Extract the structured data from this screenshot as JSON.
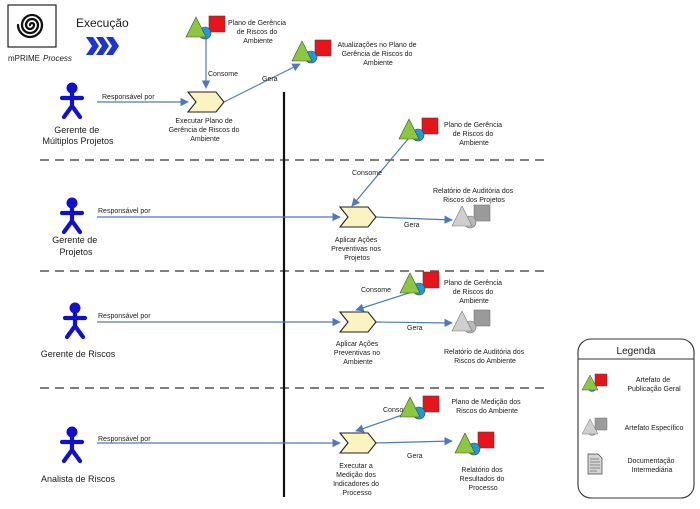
{
  "header": {
    "process_title": "Execução",
    "brand_name": "mPRIME",
    "brand_suffix": "Process"
  },
  "labels": {
    "responsible": "Responsável por",
    "consumes": "Consome",
    "generates": "Gera"
  },
  "lanes": [
    {
      "role": [
        "Gerente de",
        "Múltiplos Projetos"
      ],
      "activity": [
        "Executar Plano de",
        "Gerência de Riscos do",
        "Ambiente"
      ],
      "inputs": [
        {
          "type": "general",
          "text": [
            "Plano de Gerência",
            "de Riscos do",
            "Ambiente"
          ]
        }
      ],
      "outputs": [
        {
          "type": "general",
          "text": [
            "Atualizações no Plano de",
            "Gerência de Riscos do",
            "Ambiente"
          ]
        }
      ]
    },
    {
      "role": [
        "Gerente de",
        "Projetos"
      ],
      "activity": [
        "Aplicar Ações",
        "Preventivas nos",
        "Projetos"
      ],
      "inputs": [
        {
          "type": "general",
          "text": [
            "Plano de Gerência",
            "de Riscos do",
            "Ambiente"
          ]
        }
      ],
      "outputs": [
        {
          "type": "specific",
          "text": [
            "Relatório de Auditória dos",
            "Riscos dos Projetos"
          ]
        }
      ]
    },
    {
      "role": [
        "Gerente de Riscos"
      ],
      "activity": [
        "Aplicar Ações",
        "Preventivas no",
        "Ambiente"
      ],
      "inputs": [
        {
          "type": "general",
          "text": [
            "Plano de Gerência",
            "de Riscos do",
            "Ambiente"
          ]
        }
      ],
      "outputs": [
        {
          "type": "specific",
          "text": [
            "Relatório de Auditória dos",
            "Riscos do Ambiente"
          ]
        }
      ]
    },
    {
      "role": [
        "Analista de Riscos"
      ],
      "activity": [
        "Executar a",
        "Medição dos",
        "Indicadores do",
        "Processo"
      ],
      "inputs": [
        {
          "type": "general",
          "text": [
            "Plano de Medição dos",
            "Riscos do Ambiente"
          ]
        }
      ],
      "outputs": [
        {
          "type": "general",
          "text": [
            "Relatório dos",
            "Resultados do",
            "Processo"
          ]
        }
      ]
    }
  ],
  "legend": {
    "title": "Legenda",
    "items": [
      {
        "type": "general",
        "text": [
          "Artefato de",
          "Publicação Geral"
        ]
      },
      {
        "type": "specific",
        "text": [
          "Artefato Específico"
        ]
      },
      {
        "type": "document",
        "text": [
          "Documentação",
          "Intermediária"
        ]
      }
    ]
  },
  "colors": {
    "connector": "#4f79b7",
    "actor": "#1111cc",
    "activity_fill": "#fbf3c2",
    "artifact_triangle": "#8dc63f",
    "artifact_square": "#e8141b",
    "artifact_circle": "#1b9cd8",
    "specific_gray": "#9a9a9a"
  },
  "icons": {
    "logo": "spiral-logo-icon",
    "phase": "chevron-arrows-icon",
    "actor": "stick-figure-icon",
    "general_artifact": "general-artifact-icon",
    "specific_artifact": "specific-artifact-icon",
    "document": "document-icon"
  }
}
